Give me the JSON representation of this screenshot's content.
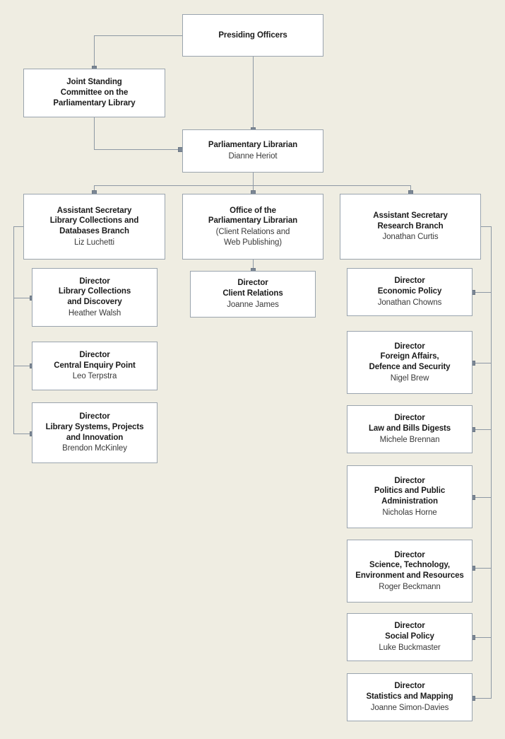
{
  "meta": {
    "background_color": "#efede2",
    "box_fill": "#ffffff",
    "box_border": "#9aa4ae",
    "connector_color": "#8d98a4",
    "marker_color": "#7b8795"
  },
  "nodes": {
    "presiding_officers": {
      "title": "Presiding Officers",
      "subtitle": ""
    },
    "joint_standing_committee": {
      "title": "Joint Standing\nCommittee on the\nParliamentary Library",
      "line1": "Joint Standing",
      "line2": "Committee on the",
      "line3": "Parliamentary Library",
      "subtitle": ""
    },
    "parliamentary_librarian": {
      "title": "Parliamentary Librarian",
      "subtitle": "Dianne Heriot"
    },
    "assistant_secretary_library": {
      "line1": "Assistant Secretary",
      "line2": "Library Collections and",
      "line3": "Databases Branch",
      "subtitle": "Liz Luchetti"
    },
    "office_of_parliamentary_librarian": {
      "line1": "Office of the",
      "line2": "Parliamentary Librarian",
      "sub1": "(Client Relations and",
      "sub2": "Web Publishing)"
    },
    "assistant_secretary_research": {
      "line1": "Assistant Secretary",
      "line2": "Research Branch",
      "subtitle": "Jonathan Curtis"
    },
    "dir_library_collections": {
      "line1": "Director",
      "line2": "Library Collections",
      "line3": "and Discovery",
      "subtitle": "Heather Walsh"
    },
    "dir_central_enquiry": {
      "line1": "Director",
      "line2": "Central Enquiry Point",
      "subtitle": "Leo Terpstra"
    },
    "dir_library_systems": {
      "line1": "Director",
      "line2": "Library Systems, Projects",
      "line3": "and Innovation",
      "subtitle": "Brendon McKinley"
    },
    "dir_client_relations": {
      "line1": "Director",
      "line2": "Client Relations",
      "subtitle": "Joanne James"
    },
    "dir_economic_policy": {
      "line1": "Director",
      "line2": "Economic Policy",
      "subtitle": "Jonathan Chowns"
    },
    "dir_foreign_affairs": {
      "line1": "Director",
      "line2": "Foreign Affairs,",
      "line3": "Defence and Security",
      "subtitle": "Nigel Brew"
    },
    "dir_law_bills": {
      "line1": "Director",
      "line2": "Law and Bills Digests",
      "subtitle": "Michele Brennan"
    },
    "dir_politics_public_admin": {
      "line1": "Director",
      "line2": "Politics and Public",
      "line3": "Administration",
      "subtitle": "Nicholas Horne"
    },
    "dir_science_tech": {
      "line1": "Director",
      "line2": "Science, Technology,",
      "line3": "Environment and Resources",
      "subtitle": "Roger Beckmann"
    },
    "dir_social_policy": {
      "line1": "Director",
      "line2": "Social Policy",
      "subtitle": "Luke Buckmaster"
    },
    "dir_statistics_mapping": {
      "line1": "Director",
      "line2": "Statistics and Mapping",
      "subtitle": "Joanne Simon-Davies"
    }
  }
}
